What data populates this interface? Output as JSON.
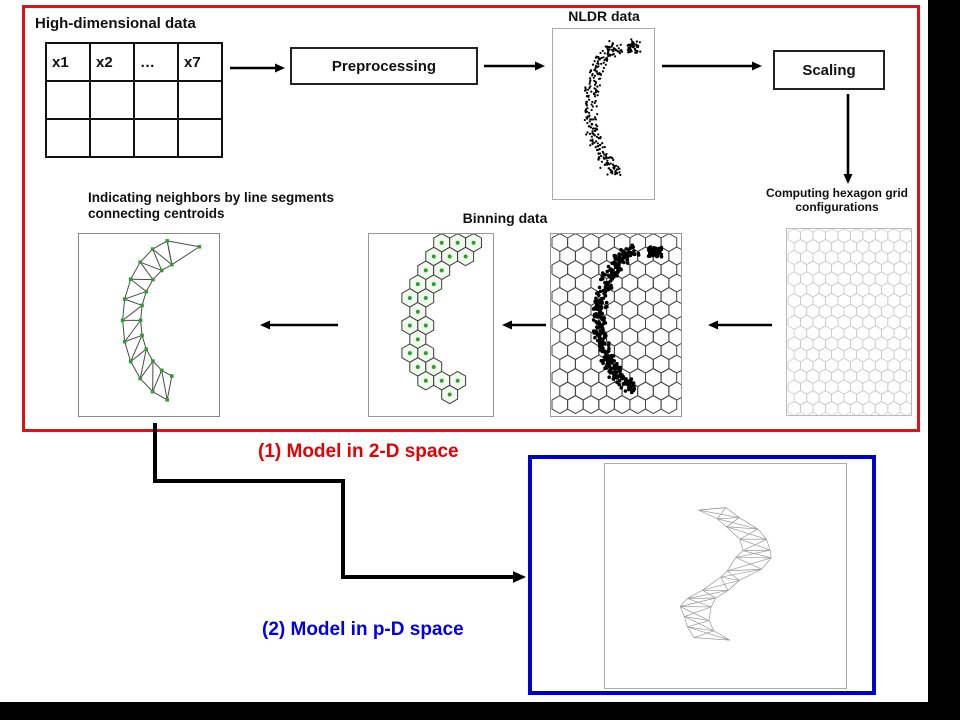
{
  "pipeline": {
    "high_dim_label": "High-dimensional data",
    "table_headers": [
      "x1",
      "x2",
      "…",
      "x7"
    ],
    "preprocessing_label": "Preprocessing",
    "nldr_label": "NLDR data",
    "scaling_label": "Scaling",
    "hex_config_label": "Computing hexagon grid configurations",
    "binning_label": "Binning data",
    "neighbors_label": "Indicating neighbors by line segments connecting centroids"
  },
  "captions": {
    "model_2d": "(1) Model in 2-D space",
    "model_pd": "(2) Model in p-D space"
  },
  "colors": {
    "pipeline_frame": "#dd1212",
    "pd_frame": "#0000cc",
    "caption_2d": "#e60000",
    "caption_pd": "#0000e6",
    "centroid_green": "#2e9e2e"
  }
}
